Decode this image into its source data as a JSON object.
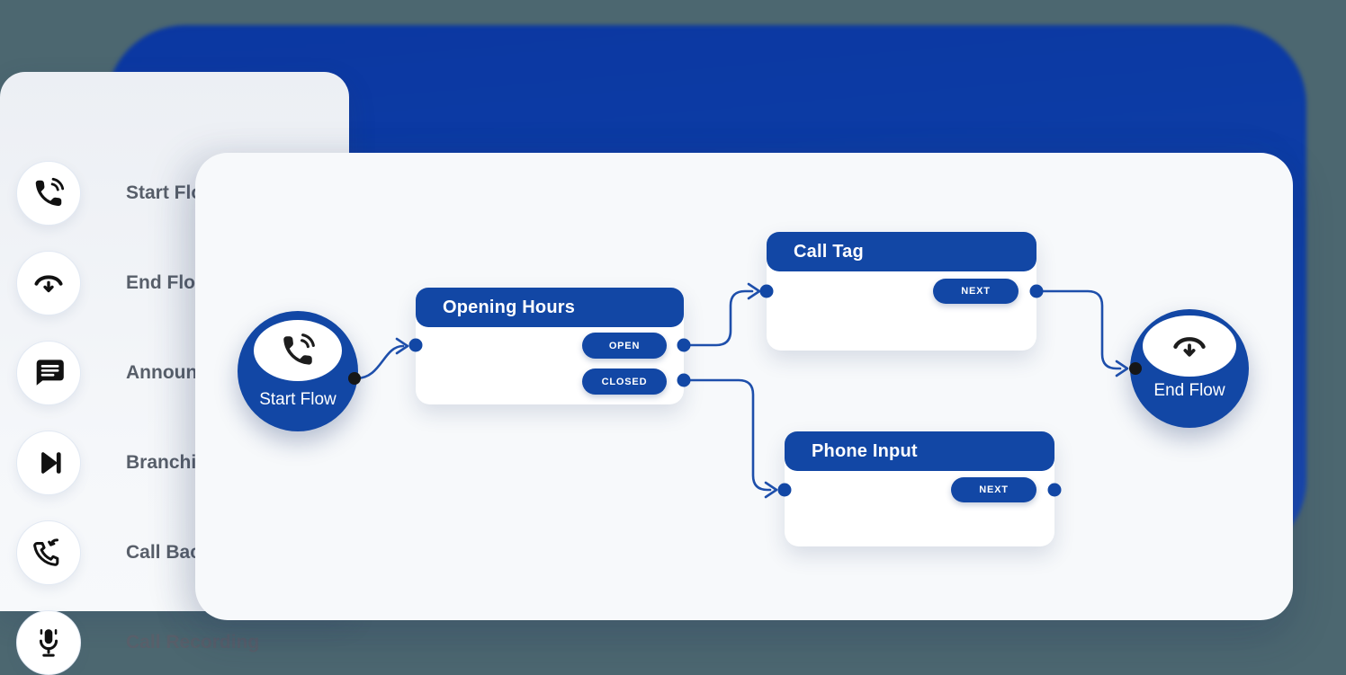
{
  "colors": {
    "primary_blue": "#1247A5",
    "hero_blue": "#0D3CA3",
    "page_background": "#4C6770",
    "canvas_background": "#F7F9FB",
    "sidebar_background": "#EFF2F6",
    "edge_blue": "#1E4FAB",
    "port_dot_dark": "#161616",
    "sidebar_label_gray": "#585F6A"
  },
  "sidebar": {
    "items": [
      {
        "label": "Start Flow",
        "icon": "phone-call-icon"
      },
      {
        "label": "End Flow",
        "icon": "phone-hangup-icon"
      },
      {
        "label": "Announcement",
        "icon": "announcement-icon"
      },
      {
        "label": "Branching",
        "icon": "branch-icon"
      },
      {
        "label": "Call Back",
        "icon": "call-back-icon"
      },
      {
        "label": "Call Recording",
        "icon": "microphone-icon"
      }
    ]
  },
  "canvas": {
    "nodes": {
      "start_flow": {
        "label": "Start Flow"
      },
      "opening_hours": {
        "title": "Opening Hours",
        "outputs": [
          "OPEN",
          "CLOSED"
        ]
      },
      "call_tag": {
        "title": "Call Tag",
        "outputs": [
          "NEXT"
        ]
      },
      "phone_input": {
        "title": "Phone Input",
        "outputs": [
          "NEXT"
        ]
      },
      "end_flow": {
        "label": "End Flow"
      }
    }
  }
}
